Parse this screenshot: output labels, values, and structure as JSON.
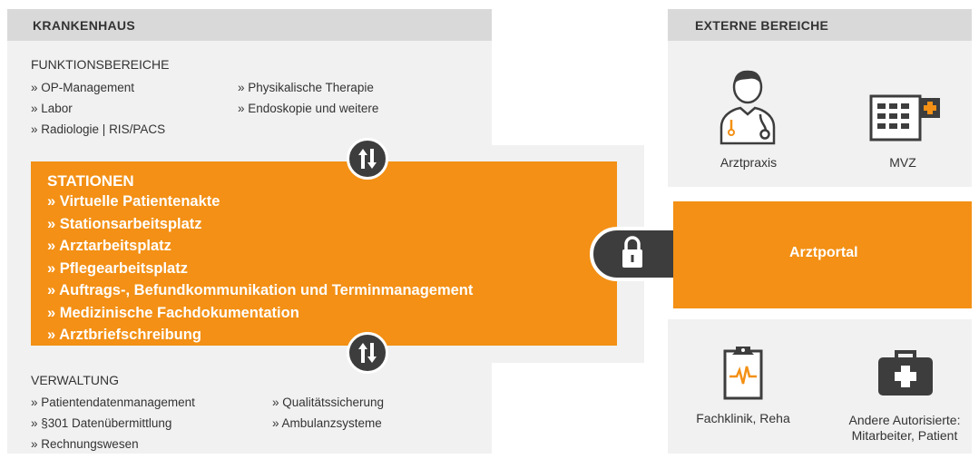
{
  "krankenhaus": {
    "header": "KRANKENHAUS"
  },
  "funktionsbereiche": {
    "title": "FUNKTIONSBEREICHE",
    "col1": [
      "» OP-Management",
      "» Labor",
      "» Radiologie | RIS/PACS"
    ],
    "col2": [
      "» Physikalische Therapie",
      "» Endoskopie und weitere"
    ]
  },
  "stationen": {
    "title": "STATIONEN",
    "items": [
      "» Virtuelle Patientenakte",
      "» Stationsarbeitsplatz",
      "» Arztarbeitsplatz",
      "» Pflegearbeitsplatz",
      "» Auftrags-, Befundkommunikation und Terminmanagement",
      "» Medizinische Fachdokumentation",
      "» Arztbriefschreibung"
    ]
  },
  "verwaltung": {
    "title": "VERWALTUNG",
    "col1": [
      "» Patientendatenmanagement",
      "» §301 Datenübermittlung",
      "» Rechnungswesen"
    ],
    "col2": [
      "» Qualitätssicherung",
      "» Ambulanzsysteme"
    ]
  },
  "externe": {
    "header": "EXTERNE BEREICHE",
    "arztpraxis": "Arztpraxis",
    "mvz": "MVZ",
    "portal": "Arztportal",
    "fachklinik": "Fachklinik, Reha",
    "andere_line1": "Andere Autorisierte:",
    "andere_line2": "Mitarbeiter, Patient"
  },
  "colors": {
    "orange": "#f39015",
    "dark": "#3d3d3d",
    "panel": "#f1f1f1",
    "header": "#d9d9d9"
  },
  "icons": [
    "double-arrow-icon",
    "lock-icon",
    "doctor-icon",
    "building-icon",
    "clipboard-ecg-icon",
    "first-aid-kit-icon"
  ]
}
